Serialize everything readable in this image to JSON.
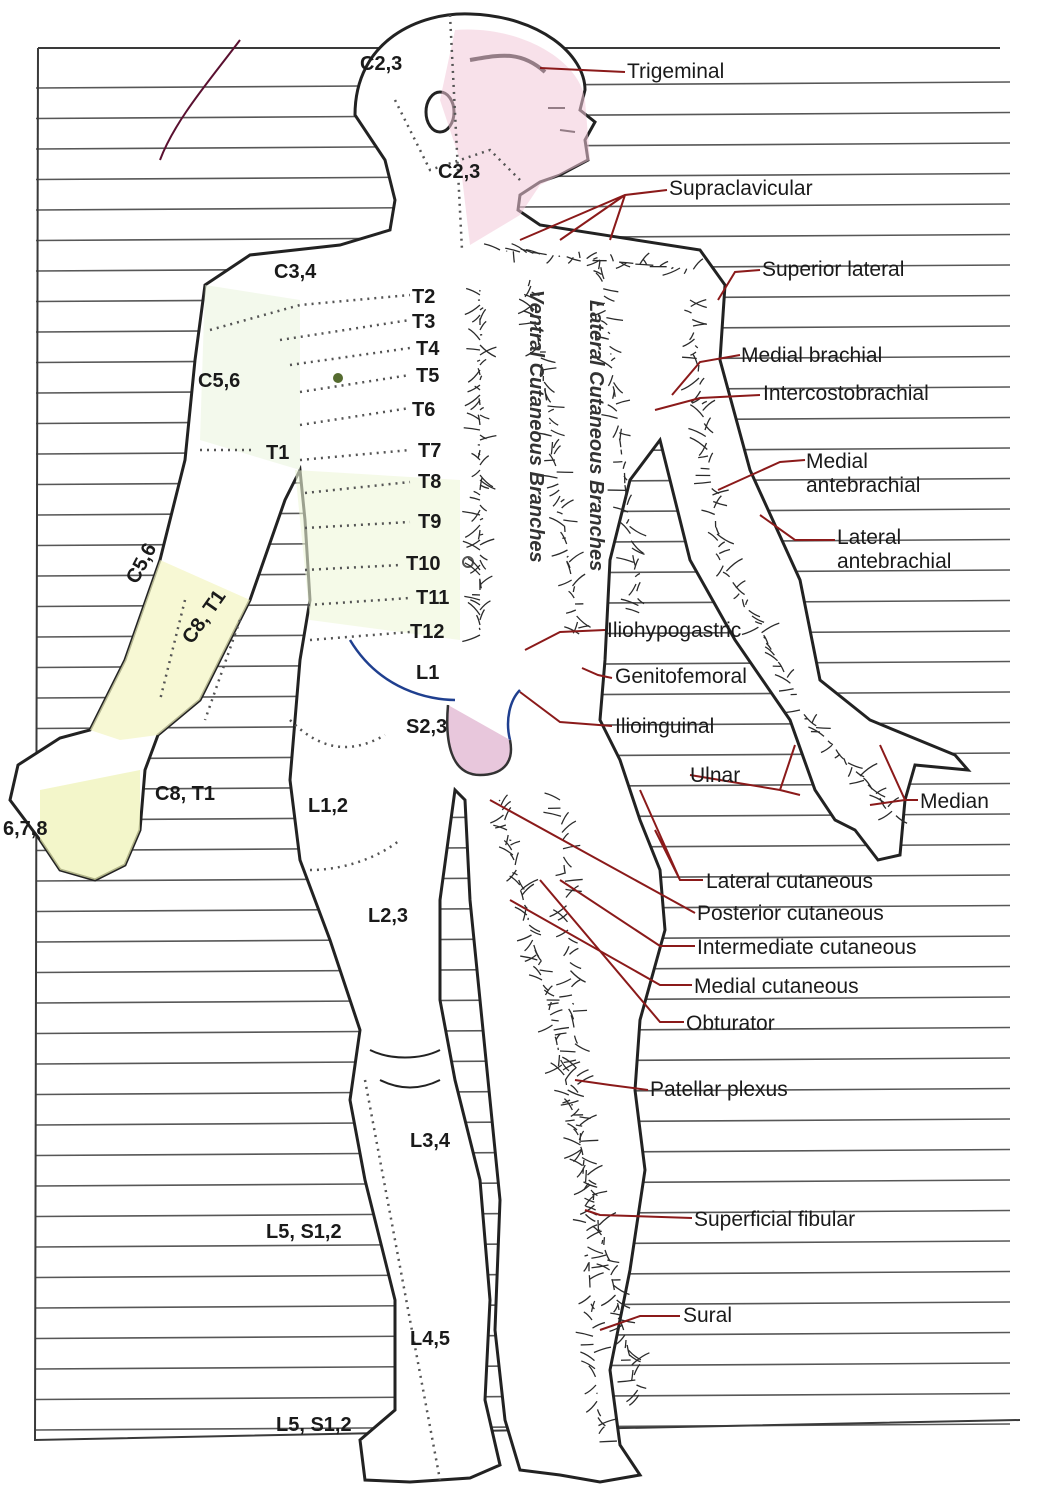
{
  "colors": {
    "paper": "#ffffff",
    "notebook_line": "#3a3a3a",
    "leader_line": "#8b1a1a",
    "outline": "#222222",
    "nerve": "#2b2b2b",
    "dermatome_dot": "#555555",
    "head_tint": "#f2c9d8",
    "arm_tint": "#f4f5c2",
    "leg_tint": "#d7def4",
    "trunk_tint": "#eef6d8",
    "hip_outline": "#1f3f8f"
  },
  "nerve_labels": [
    "Trigeminal",
    "Supraclavicular",
    "Superior lateral",
    "Medial brachial",
    "Intercostobrachial",
    "Medial",
    "antebrachial",
    "Lateral",
    "antebrachial",
    "Iliohypogastric",
    "Genitofemoral",
    "Ilioinguinal",
    "Ulnar",
    "Median",
    "Lateral cutaneous",
    "Posterior cutaneous",
    "Intermediate cutaneous",
    "Medial cutaneous",
    "Obturator",
    "Patellar plexus",
    "Superficial fibular",
    "Sural"
  ],
  "dermatome_labels": [
    "C2,3",
    "C2,3",
    "C3,4",
    "T2",
    "T3",
    "T4",
    "T5",
    "T6",
    "T7",
    "T8",
    "T9",
    "T10",
    "T11",
    "T12",
    "C5,6",
    "T1",
    "C5,6",
    "C8, T1",
    "L1",
    "S2,3",
    "C8, T1",
    "6,7,8",
    "L1,2",
    "L2,3",
    "L3,4",
    "L5, S1,2",
    "L4,5",
    "L5, S1,2"
  ],
  "body_text": [
    "Ventral Cutaneous Branches",
    "Lateral Cutaneous Branches"
  ]
}
